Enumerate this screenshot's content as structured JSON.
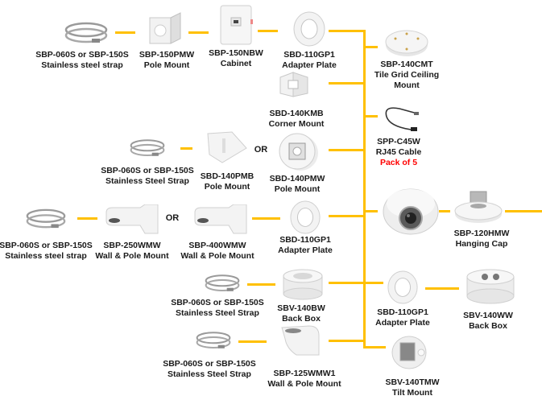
{
  "diagram": {
    "title": "Camera mounting accessories compatibility diagram",
    "connector_color": "#FFC000",
    "accent_text_color": "#FF0000",
    "or_label": "OR",
    "products": {
      "strap_1": {
        "model": "SBP-060S or SBP-150S",
        "desc": "Stainless steel strap",
        "icon": "steel-strap-icon"
      },
      "sbp150pmw": {
        "model": "SBP-150PMW",
        "desc": "Pole Mount",
        "icon": "pole-mount-icon"
      },
      "sbp150nbw": {
        "model": "SBP-150NBW",
        "desc": "Cabinet",
        "icon": "cabinet-icon"
      },
      "sbd110gp1_a": {
        "model": "SBD-110GP1",
        "desc": "Adapter Plate",
        "icon": "adapter-plate-icon"
      },
      "sbp140cmt": {
        "model": "SBP-140CMT",
        "desc": "Tile Grid Ceiling",
        "desc2": "Mount",
        "icon": "ceiling-mount-icon"
      },
      "sbd140kmb": {
        "model": "SBD-140KMB",
        "desc": "Corner Mount",
        "icon": "corner-mount-icon"
      },
      "sppc45w": {
        "model": "SPP-C45W",
        "desc": "RJ45 Cable",
        "note": "Pack of 5",
        "icon": "cable-icon"
      },
      "strap_2": {
        "model": "SBP-060S or SBP-150S",
        "desc": "Stainless Steel Strap",
        "icon": "steel-strap-icon"
      },
      "sbd140pmb": {
        "model": "SBD-140PMB",
        "desc": "Pole Mount",
        "icon": "pole-mount-plate-icon"
      },
      "sbd140pmw": {
        "model": "SBD-140PMW",
        "desc": "Pole Mount",
        "icon": "pole-mount-box-icon"
      },
      "camera": {
        "icon": "dome-camera-icon"
      },
      "sbp120hmw": {
        "model": "SBP-120HMW",
        "desc": "Hanging Cap",
        "icon": "hanging-cap-icon"
      },
      "strap_3": {
        "model": "SBP-060S or SBP-150S",
        "desc": "Stainless steel strap",
        "icon": "steel-strap-icon"
      },
      "sbp250wmw": {
        "model": "SBP-250WMW",
        "desc": "Wall & Pole Mount",
        "icon": "wall-mount-icon"
      },
      "sbp400wmw": {
        "model": "SBP-400WMW",
        "desc": "Wall & Pole Mount",
        "icon": "wall-mount-icon"
      },
      "sbd110gp1_b": {
        "model": "SBD-110GP1",
        "desc": "Adapter Plate",
        "icon": "adapter-plate-icon"
      },
      "strap_4": {
        "model": "SBP-060S or SBP-150S",
        "desc": "Stainless Steel Strap",
        "icon": "steel-strap-icon"
      },
      "sbv140bw": {
        "model": "SBV-140BW",
        "desc": "Back Box",
        "icon": "back-box-icon"
      },
      "sbd110gp1_c": {
        "model": "SBD-110GP1",
        "desc": "Adapter Plate",
        "icon": "adapter-plate-icon"
      },
      "sbv140ww": {
        "model": "SBV-140WW",
        "desc": "Back Box",
        "icon": "back-box-icon"
      },
      "strap_5": {
        "model": "SBP-060S or SBP-150S",
        "desc": "Stainless Steel Strap",
        "icon": "steel-strap-icon"
      },
      "sbp125wmw1": {
        "model": "SBP-125WMW1",
        "desc": "Wall & Pole Mount",
        "icon": "wall-mount-icon"
      },
      "sbv140tmw": {
        "model": "SBV-140TMW",
        "desc": "Tilt Mount",
        "icon": "tilt-mount-icon"
      }
    }
  }
}
